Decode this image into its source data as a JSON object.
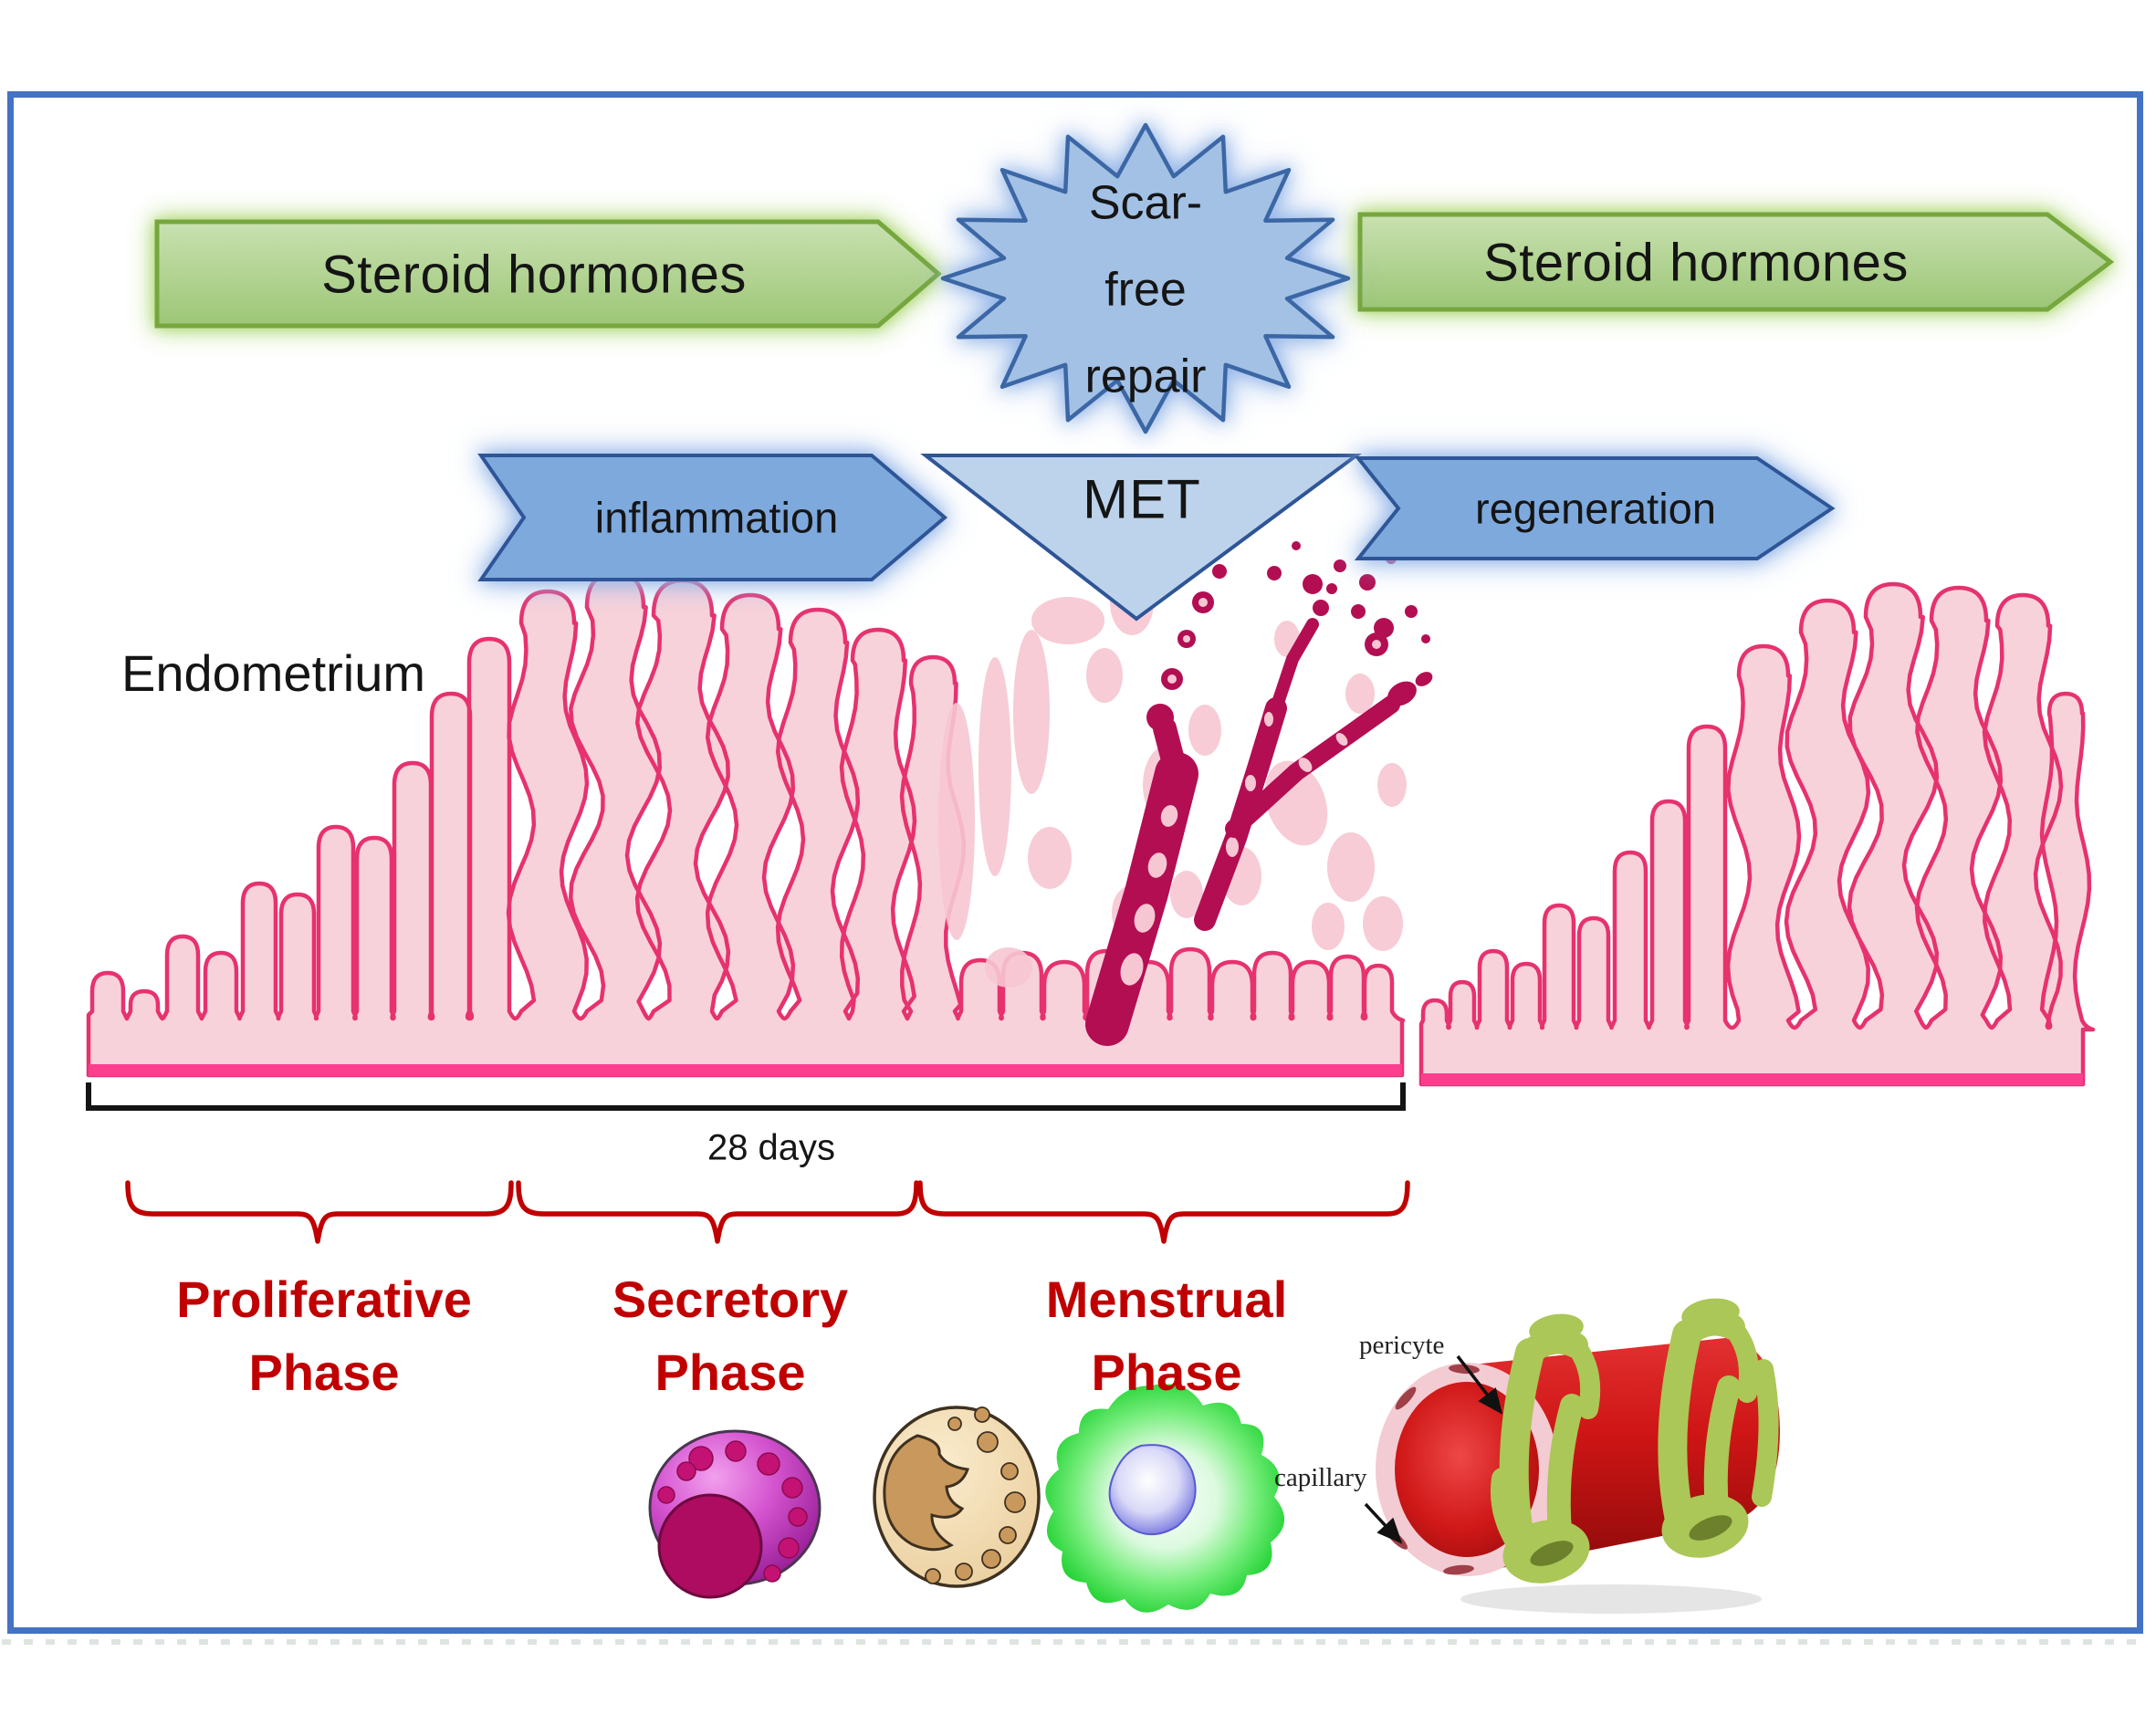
{
  "frame": {
    "border_color": "#4472c4"
  },
  "hormone_flow": {
    "left_arrow_label": "Steroid hormones",
    "star_line1": "Scar-",
    "star_line2": "free",
    "star_line3": "repair",
    "right_arrow_label": "Steroid hormones"
  },
  "process_flow": {
    "inflammation_label": "inflammation",
    "met_label": "MET",
    "regeneration_label": "regeneration"
  },
  "tissue": {
    "label": "Endometrium"
  },
  "timeline": {
    "span_label": "28 days"
  },
  "phases": [
    {
      "line1": "Proliferative",
      "line2": "Phase"
    },
    {
      "line1": "Secretory",
      "line2": "Phase"
    },
    {
      "line1": "Menstrual",
      "line2": "Phase"
    }
  ],
  "vessel": {
    "pericyte_label": "pericyte",
    "capillary_label": "capillary"
  },
  "colors": {
    "accent_blue": "#4472c4",
    "banner_blue": "#7ea9dd",
    "banner_border": "#2e5596",
    "met_fill": "#bdd3eb",
    "star_fill": "#a3c1e5",
    "star_border": "#3c67a5",
    "green_fill": "#aed086",
    "green_border": "#76a73e",
    "tissue_fill": "#f8d2da",
    "tissue_outline": "#e6326f",
    "tissue_baseline": "#fb3f8e",
    "fragment_color": "#b30e52",
    "phase_text_red": "#c00000"
  }
}
